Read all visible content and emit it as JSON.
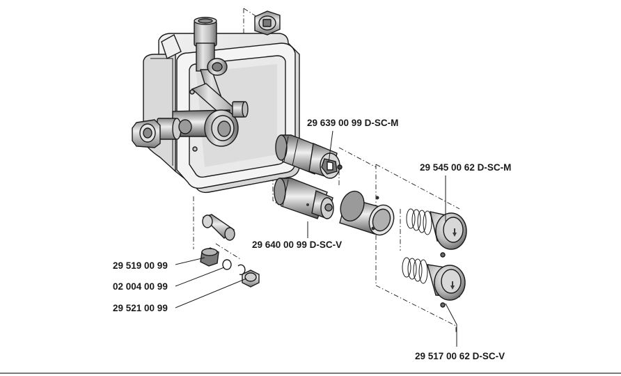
{
  "diagram": {
    "parts": {
      "stop_cartridge": "29 639 00 99 D-SC-M",
      "diverter_cartridge": "29 640 00 99 D-SC-V",
      "handle_m": "29 545 00 62 D-SC-M",
      "handle_v": "29 517 00 62 D-SC-V",
      "filter": "29 519 00 99",
      "retaining_ring": "02 004 00 99",
      "plug": "29 521 00 99"
    }
  }
}
